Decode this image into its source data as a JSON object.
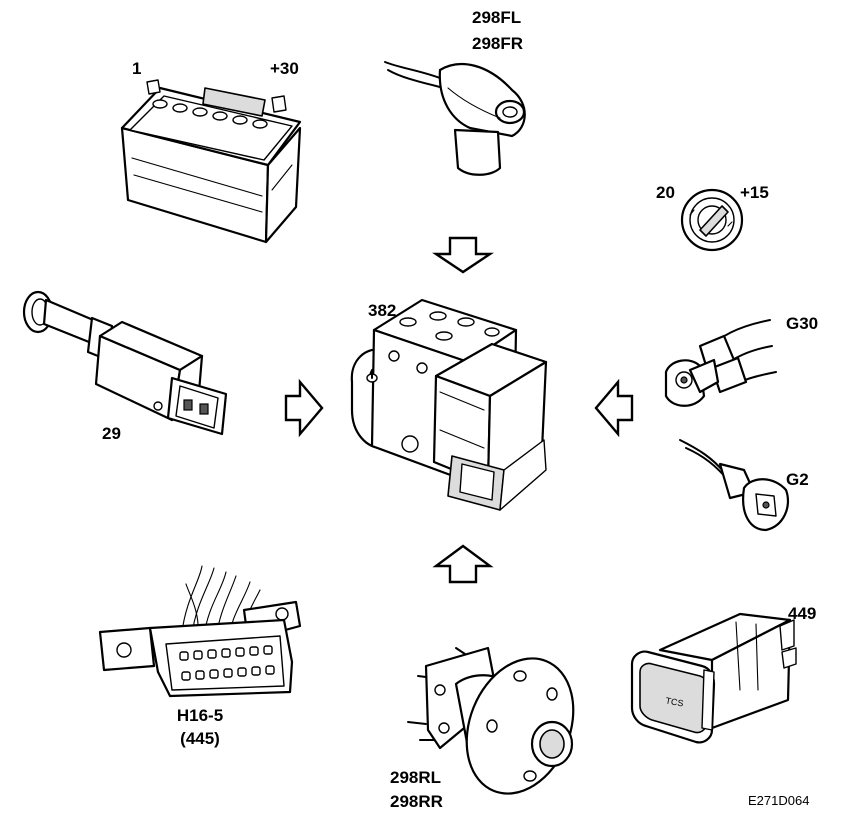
{
  "components": {
    "battery": {
      "id": "1",
      "terminal": "+30"
    },
    "front_wheel_sensor": {
      "line1": "298FL",
      "line2": "298FR"
    },
    "ignition_switch": {
      "id": "20",
      "terminal": "+15"
    },
    "brake_light_switch": {
      "id": "29"
    },
    "control_module": {
      "id": "382"
    },
    "ground_point_1": {
      "id": "G30"
    },
    "ground_point_2": {
      "id": "G2"
    },
    "diagnostic_connector": {
      "id": "H16-5",
      "ref": "(445)"
    },
    "rear_wheel_sensor": {
      "line1": "298RL",
      "line2": "298RR"
    },
    "tcs_switch": {
      "id": "449",
      "button_text": "TCS"
    }
  },
  "figure_code": "E271D064"
}
